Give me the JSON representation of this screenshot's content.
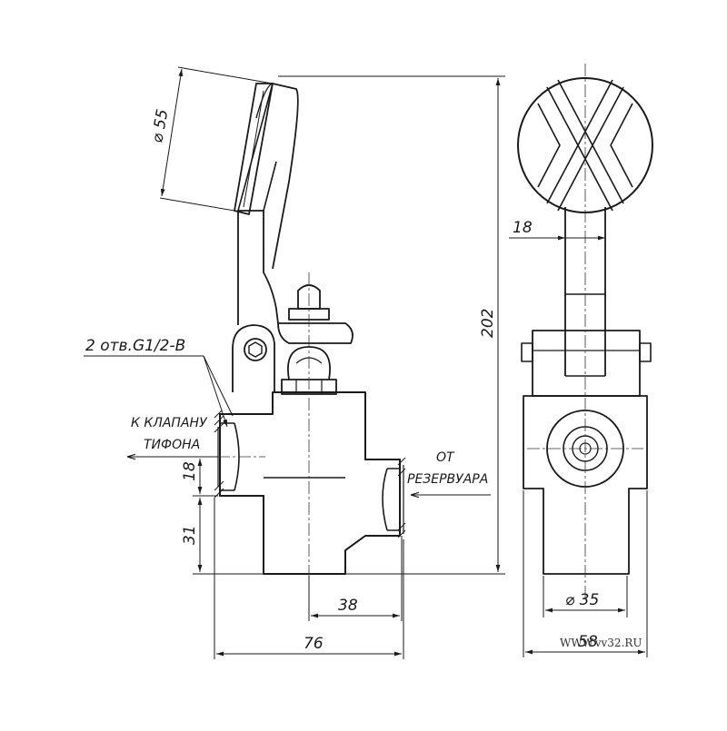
{
  "dimensions": {
    "handle_diameter": "⌀ 55",
    "overall_height": "202",
    "stem_width": "18",
    "side_18": "18",
    "side_31": "31",
    "center_38": "38",
    "width_76": "76",
    "bore_diameter": "⌀ 35",
    "width_58": "58"
  },
  "annotations": {
    "thread_holes": "2 отв.G1/2-В",
    "to_valve_line1": "К КЛАПАНУ",
    "to_valve_line2": "ТИФОНА",
    "from_line1": "ОТ",
    "from_line2": "РЕЗЕРВУАРА"
  },
  "watermark": "WWW.vv32.RU",
  "colors": {
    "line": "#1a1a1a",
    "thin": "#333333",
    "background": "#ffffff"
  }
}
